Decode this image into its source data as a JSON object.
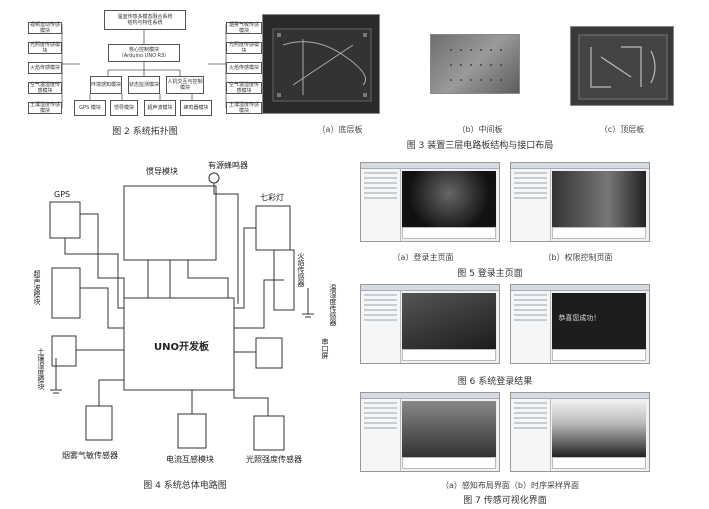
{
  "fig2": {
    "caption": "图 2 系统拓扑图",
    "top": "温室传感多模态融合系统\n结构与特性系统",
    "center": "核心控制模块\n（Arduino UNO R3）",
    "left": [
      "视频运动传感模块",
      "光照度传感模块",
      "火焰传感模块",
      "空气温湿度传感模块",
      "土壤湿度传感模块"
    ],
    "right": [
      "烟雾气敏传感模块",
      "光照度传感模块",
      "火焰传感模块",
      "空气温湿度传感模块",
      "土壤湿度传感模块"
    ],
    "mid": [
      "环境感知模块",
      "状态监测模块",
      "人机交互与控制模块"
    ],
    "bottom": [
      "GPS 模块",
      "惯导模块",
      "超声波模块",
      "蜂鸣器模块"
    ]
  },
  "fig3": {
    "caption": "图 3 装置三层电路板结构与接口布局",
    "sub_a": "（a）底层板",
    "sub_b": "（b）中间板",
    "sub_c": "（c）顶层板"
  },
  "fig4": {
    "caption": "图 4 系统总体电路图",
    "main_board": "UNO开发板",
    "gps": "GPS",
    "inertial": "惯导模块",
    "buzzer": "有源蜂鸣器",
    "rgb": "七彩灯",
    "ultrasonic": "超声波模块",
    "fire": "火焰传感器",
    "temp": "温湿度传感器",
    "serial": "串口屏",
    "soil": "土壤湿度模块",
    "smoke": "烟雾气敏传感器",
    "current": "电流互感模块",
    "light": "光照强度传感器"
  },
  "fig5": {
    "caption": "图 5 登录主页面",
    "sub_a": "（a）登录主页面",
    "sub_b": "（b）权限控制页面"
  },
  "fig6": {
    "caption": "图 6 系统登录结果",
    "success_text": "恭喜您成功！"
  },
  "fig7": {
    "caption": "图 7 传感可视化界面",
    "sub": "（a）感知布局界面（b）时序采样界面"
  }
}
